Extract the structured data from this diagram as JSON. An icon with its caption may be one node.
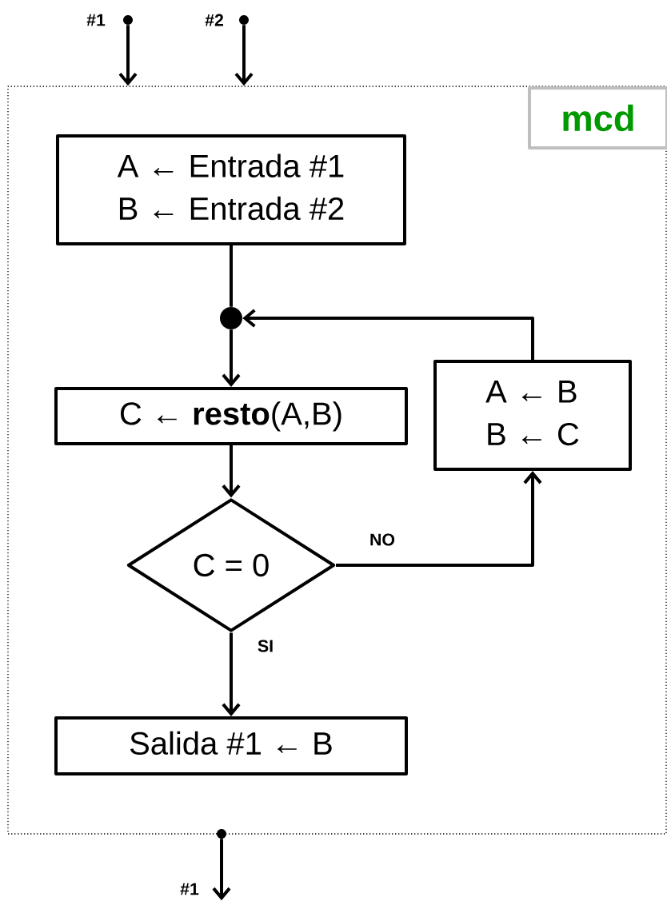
{
  "diagram": {
    "nodes": [
      {
        "text": [],
        "shape": "box"
      },
      {
        "text": [
          "mcd"
        ],
        "in": 0
      },
      {
        "text": [],
        "shape": "circle",
        "beside": [
          "#1"
        ]
      },
      {
        "text": [],
        "shape": "circle",
        "beside": [
          "#2"
        ]
      },
      {
        "text": [
          "A ← Entrada #1",
          "B ← Entrada #2"
        ],
        "in": 0
      },
      {
        "text": [],
        "shape": "circle",
        "in": 0
      },
      {
        "text": [
          "C ← **resto**(A,B)"
        ],
        "in": 0
      },
      {
        "text": [
          "C = 0"
        ],
        "in": 0
      },
      {
        "text": [
          "A ← B",
          "B ← C"
        ],
        "in": 0
      },
      {
        "text": [
          "Salida #1 ← B"
        ],
        "in": 0
      },
      {
        "text": [],
        "shape": "circle"
      }
    ],
    "edges": [
      {
        "from": 2,
        "to": 0,
        "arrow": "to"
      },
      {
        "from": 3,
        "to": 0,
        "arrow": "to"
      },
      {
        "from": 4,
        "to": 5,
        "arrow": "none"
      },
      {
        "from": 5,
        "to": 6,
        "arrow": "to"
      },
      {
        "from": 6,
        "to": 7,
        "arrow": "to"
      },
      {
        "from": 7,
        "to": 8,
        "arrow": "to",
        "label": "NO"
      },
      {
        "from": 8,
        "to": 5,
        "arrow": "to"
      },
      {
        "from": 7,
        "to": 9,
        "arrow": "to",
        "label": "SI"
      },
      {
        "from": 10,
        "to": null,
        "arrow": "to"
      }
    ],
    "labels": [
      "#1"
    ]
  }
}
